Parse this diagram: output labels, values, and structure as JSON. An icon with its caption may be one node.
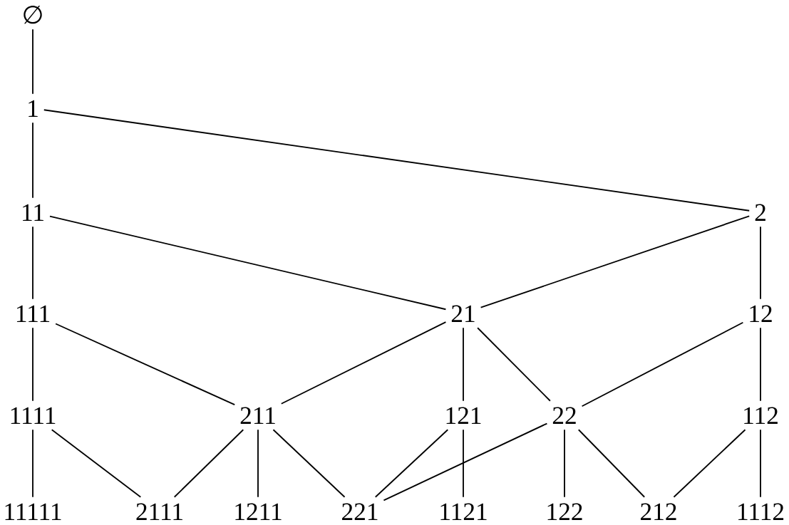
{
  "diagram": {
    "nodes": [
      {
        "text": [
          "∅"
        ]
      },
      {
        "text": [
          "1"
        ]
      },
      {
        "text": [
          "11"
        ]
      },
      {
        "text": [
          "2"
        ]
      },
      {
        "text": [
          "111"
        ]
      },
      {
        "text": [
          "21"
        ]
      },
      {
        "text": [
          "12"
        ]
      },
      {
        "text": [
          "1111"
        ]
      },
      {
        "text": [
          "211"
        ]
      },
      {
        "text": [
          "121"
        ]
      },
      {
        "text": [
          "22"
        ]
      },
      {
        "text": [
          "112"
        ]
      },
      {
        "text": [
          "11111"
        ]
      },
      {
        "text": [
          "2111"
        ]
      },
      {
        "text": [
          "1211"
        ]
      },
      {
        "text": [
          "221"
        ]
      },
      {
        "text": [
          "1121"
        ]
      },
      {
        "text": [
          "122"
        ]
      },
      {
        "text": [
          "212"
        ]
      },
      {
        "text": [
          "1112"
        ]
      }
    ],
    "edges": [
      {
        "from": 0,
        "to": 1,
        "arrow": "none"
      },
      {
        "from": 1,
        "to": 2,
        "arrow": "none"
      },
      {
        "from": 1,
        "to": 3,
        "arrow": "none"
      },
      {
        "from": 2,
        "to": 4,
        "arrow": "none"
      },
      {
        "from": 2,
        "to": 5,
        "arrow": "none"
      },
      {
        "from": 3,
        "to": 5,
        "arrow": "none"
      },
      {
        "from": 3,
        "to": 6,
        "arrow": "none"
      },
      {
        "from": 4,
        "to": 7,
        "arrow": "none"
      },
      {
        "from": 4,
        "to": 8,
        "arrow": "none"
      },
      {
        "from": 5,
        "to": 8,
        "arrow": "none"
      },
      {
        "from": 5,
        "to": 9,
        "arrow": "none"
      },
      {
        "from": 5,
        "to": 10,
        "arrow": "none"
      },
      {
        "from": 6,
        "to": 10,
        "arrow": "none"
      },
      {
        "from": 6,
        "to": 11,
        "arrow": "none"
      },
      {
        "from": 7,
        "to": 12,
        "arrow": "none"
      },
      {
        "from": 7,
        "to": 13,
        "arrow": "none"
      },
      {
        "from": 8,
        "to": 13,
        "arrow": "none"
      },
      {
        "from": 8,
        "to": 14,
        "arrow": "none"
      },
      {
        "from": 8,
        "to": 15,
        "arrow": "none"
      },
      {
        "from": 9,
        "to": 15,
        "arrow": "none"
      },
      {
        "from": 9,
        "to": 16,
        "arrow": "none"
      },
      {
        "from": 10,
        "to": 15,
        "arrow": "none"
      },
      {
        "from": 10,
        "to": 17,
        "arrow": "none"
      },
      {
        "from": 10,
        "to": 18,
        "arrow": "none"
      },
      {
        "from": 11,
        "to": 18,
        "arrow": "none"
      },
      {
        "from": 11,
        "to": 19,
        "arrow": "none"
      }
    ]
  }
}
